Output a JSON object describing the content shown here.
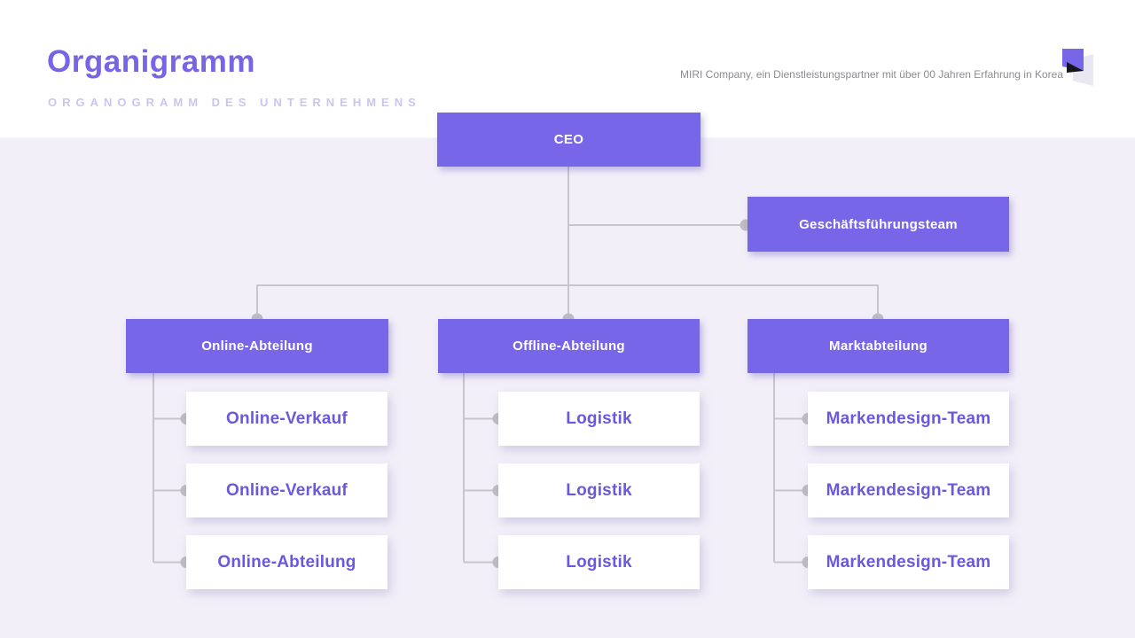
{
  "header": {
    "title": "Organigramm",
    "subtitle": "ORGANOGRAMM DES UNTERNEHMENS",
    "company_note": "MIRI Company, ein Dienstleistungspartner mit über 00 Jahren Erfahrung in Korea",
    "logo_name": "miri-company-logo"
  },
  "org": {
    "root": "CEO",
    "staff": "Geschäftsführungsteam",
    "departments": [
      {
        "label": "Online-Abteilung",
        "children": [
          "Online-Verkauf",
          "Online-Verkauf",
          "Online-Abteilung"
        ]
      },
      {
        "label": "Offline-Abteilung",
        "children": [
          "Logistik",
          "Logistik",
          "Logistik"
        ]
      },
      {
        "label": "Marktabteilung",
        "children": [
          "Markendesign-Team",
          "Markendesign-Team",
          "Markendesign-Team"
        ]
      }
    ]
  },
  "colors": {
    "accent_purple": "#7866E8",
    "node_text": "#FFFFFF",
    "child_text": "#6A58DF",
    "title": "#7765E8",
    "subtitle": "#CCC4F0",
    "note_gray": "#8C8C92",
    "connector_line": "#C8C5CC",
    "connector_dot": "#BFBCC3",
    "background": "#F2EFF9",
    "header_background": "#FFFFFF"
  }
}
